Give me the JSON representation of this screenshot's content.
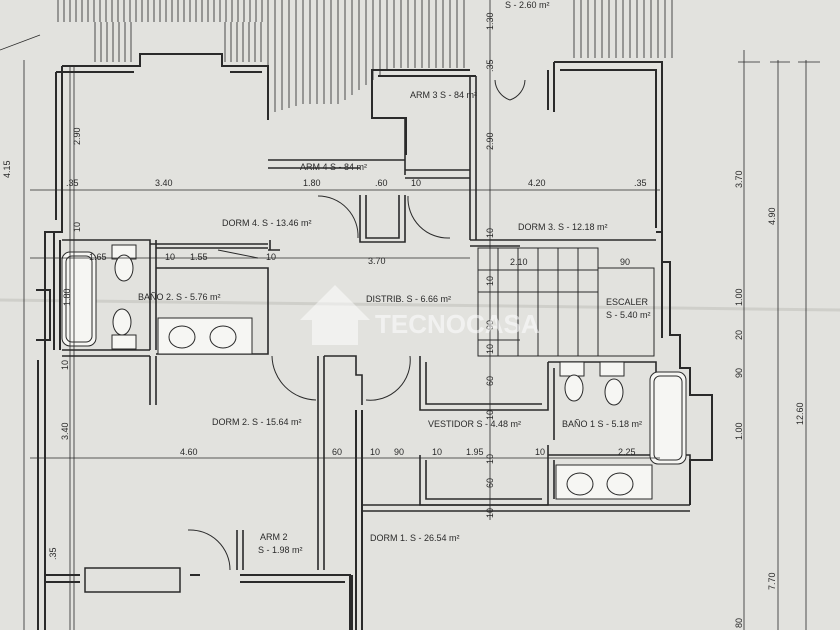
{
  "plan": {
    "rooms": {
      "top_area": "S - 2.60 m²",
      "arm3": "ARM 3 S - 84 m²",
      "arm4": "ARM 4 S - 84 m²",
      "dorm4": "DORM 4. S - 13.46 m²",
      "dorm3": "DORM 3. S - 12.18 m²",
      "bano2": "BAÑO 2. S - 5.76 m²",
      "distrib": "DISTRIB. S - 6.66 m²",
      "escaler_title": "ESCALER",
      "escaler_area": "S - 5.40 m²",
      "dorm2": "DORM 2. S - 15.64 m²",
      "vestidor": "VESTIDOR S - 4.48 m²",
      "bano1": "BAÑO 1 S - 5.18 m²",
      "arm2_title": "ARM 2",
      "arm2_area": "S - 1.98 m²",
      "dorm1": "DORM 1. S - 26.54 m²"
    },
    "dims": {
      "h_35a": ".35",
      "h_340": "3.40",
      "h_180": "1.80",
      "h_60a": ".60",
      "h_10a": "10",
      "h_420": "4.20",
      "h_35b": ".35",
      "h_165": "1.65",
      "h_10b": "10",
      "h_155": "1.55",
      "h_10c": "10",
      "h_370": "3.70",
      "h_210": "2.10",
      "h_90a": "90",
      "h_460": "4.60",
      "h_60b": "60",
      "h_10d": "10",
      "h_90b": "90",
      "h_10e": "10",
      "h_195": "1.95",
      "h_10f": "10",
      "h_225": "2.25",
      "v_130": "1.30",
      "v_35a": ".35",
      "v_290a": "2.90",
      "v_290b": "2.90",
      "v_10a": "10",
      "v_10b": "10",
      "v_180": "1.80",
      "v_10c": "10",
      "v_10d": "10",
      "v_90": "90",
      "v_10e": "10",
      "v_60a": "60",
      "v_340": "3.40",
      "v_35b": ".35",
      "v_10f": "10",
      "v_60b": "60",
      "v_10g": "10",
      "v_10h": "10",
      "r_370": "3.70",
      "r_490": "4.90",
      "r_100": "1.00",
      "r_20": "20",
      "r_90": "90",
      "r_100b": "1.00",
      "r_1260": "12.60",
      "r_770": "7.70",
      "r_80": "80",
      "l_415": "4.15"
    },
    "watermark": "TECNOCASA"
  },
  "colors": {
    "paper": "#dcdcd8",
    "ink": "#2a2a2a",
    "wall_fill": "#f2f2ef"
  }
}
